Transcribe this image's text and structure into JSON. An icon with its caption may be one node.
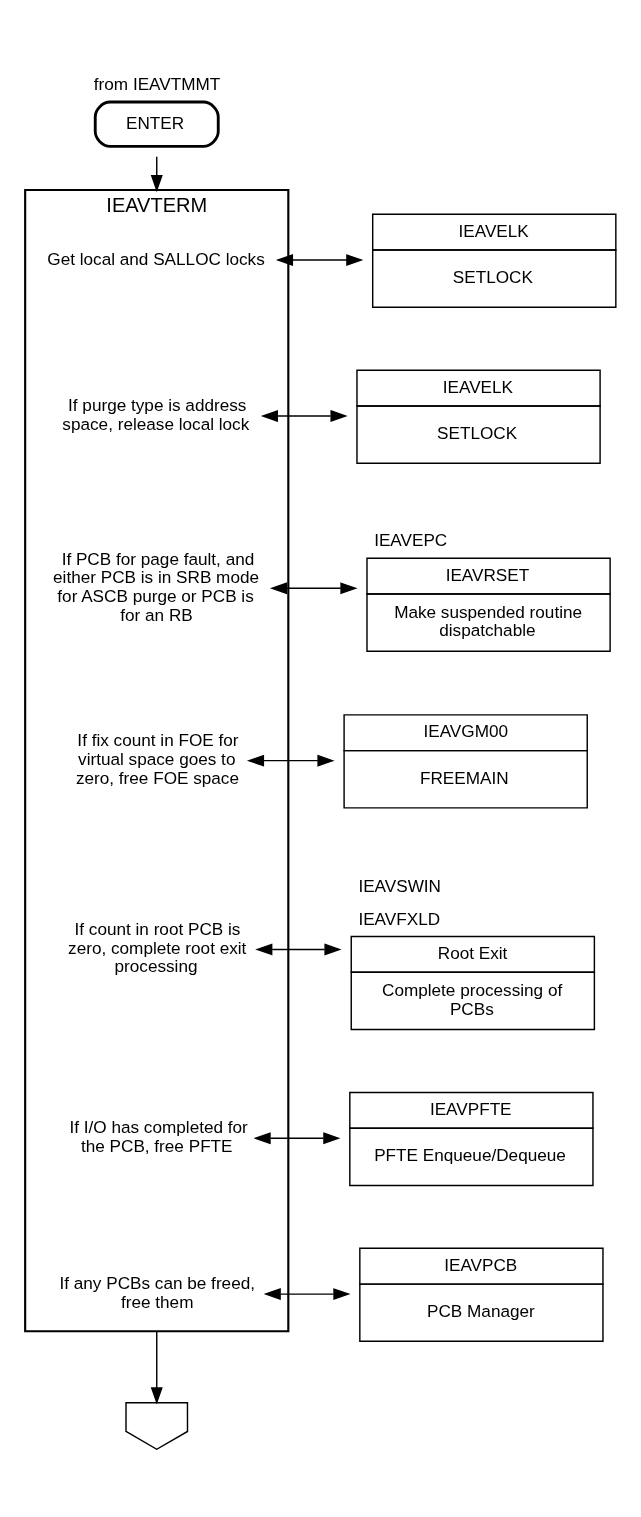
{
  "diagram": {
    "nodes": [
      {
        "text": [
          "ENTER"
        ],
        "beside": [
          "from IEAVTMMT"
        ]
      },
      {
        "text": [
          "IEAVTERM"
        ]
      },
      {
        "text": [
          "Get local and SALLOC locks"
        ],
        "in": 1
      },
      {
        "text": [
          "IEAVELK",
          "SETLOCK"
        ]
      },
      {
        "text": [
          "If purge type is address space, release local lock"
        ],
        "in": 1
      },
      {
        "text": [
          "IEAVELK",
          "SETLOCK"
        ]
      },
      {
        "text": [
          "If PCB for page fault, and either PCB is in SRB mode for ASCB purge or PCB is for an RB"
        ],
        "in": 1
      },
      {
        "text": [
          "IEAVRSET",
          "Make suspended routine dispatchable"
        ],
        "beside": [
          "IEAVEPC"
        ]
      },
      {
        "text": [
          "If fix count in FOE for virtual space goes to zero, free FOE space"
        ],
        "in": 1
      },
      {
        "text": [
          "IEAVGM00",
          "FREEMAIN"
        ]
      },
      {
        "text": [
          "If count in root PCB is zero, complete root exit processing"
        ],
        "in": 1
      },
      {
        "text": [
          "Root Exit",
          "Complete processing of PCBs"
        ],
        "beside": [
          "IEAVSWIN",
          "IEAVFXLD"
        ]
      },
      {
        "text": [
          "If I/O has completed for the PCB, free PFTE"
        ],
        "in": 1
      },
      {
        "text": [
          "IEAVPFTE",
          "PFTE Enqueue/Dequeue"
        ]
      },
      {
        "text": [
          "If any PCBs can be freed, free them"
        ],
        "in": 1
      },
      {
        "text": [
          "IEAVPCB",
          "PCB Manager"
        ]
      },
      {
        "text": [],
        "shape": "pentagon"
      }
    ],
    "edges": [
      {
        "from": 0,
        "to": 1,
        "arrow": "to"
      },
      {
        "from": 2,
        "to": 3,
        "arrow": "both"
      },
      {
        "from": 4,
        "to": 5,
        "arrow": "both"
      },
      {
        "from": 6,
        "to": 7,
        "arrow": "both"
      },
      {
        "from": 8,
        "to": 9,
        "arrow": "both"
      },
      {
        "from": 10,
        "to": 11,
        "arrow": "both"
      },
      {
        "from": 12,
        "to": 13,
        "arrow": "both"
      },
      {
        "from": 14,
        "to": 15,
        "arrow": "both"
      },
      {
        "from": 1,
        "to": 16,
        "arrow": "to"
      }
    ]
  }
}
